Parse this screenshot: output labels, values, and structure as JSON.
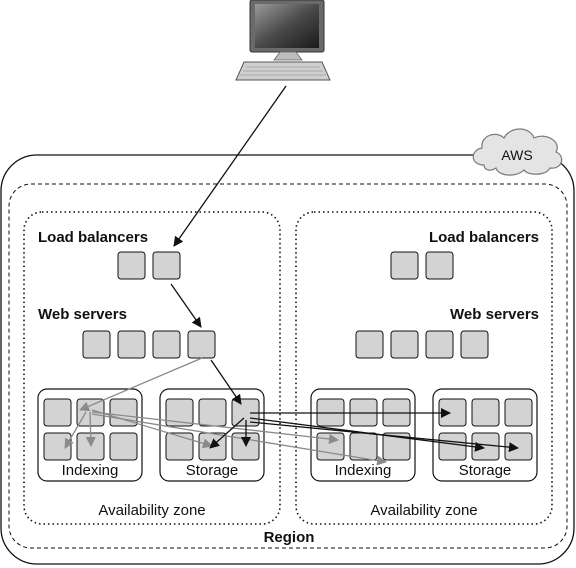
{
  "cloud_label": "AWS",
  "region_label": "Region",
  "zones": [
    {
      "zone_label": "Availability zone",
      "load_balancers_label": "Load balancers",
      "web_servers_label": "Web servers",
      "indexing_label": "Indexing",
      "storage_label": "Storage"
    },
    {
      "zone_label": "Availability zone",
      "load_balancers_label": "Load balancers",
      "web_servers_label": "Web servers",
      "indexing_label": "Indexing",
      "storage_label": "Storage"
    }
  ],
  "colors": {
    "server_fill": "#d3d3d3",
    "black_arrow": "#111111",
    "gray_arrow": "#8a8a8a"
  }
}
